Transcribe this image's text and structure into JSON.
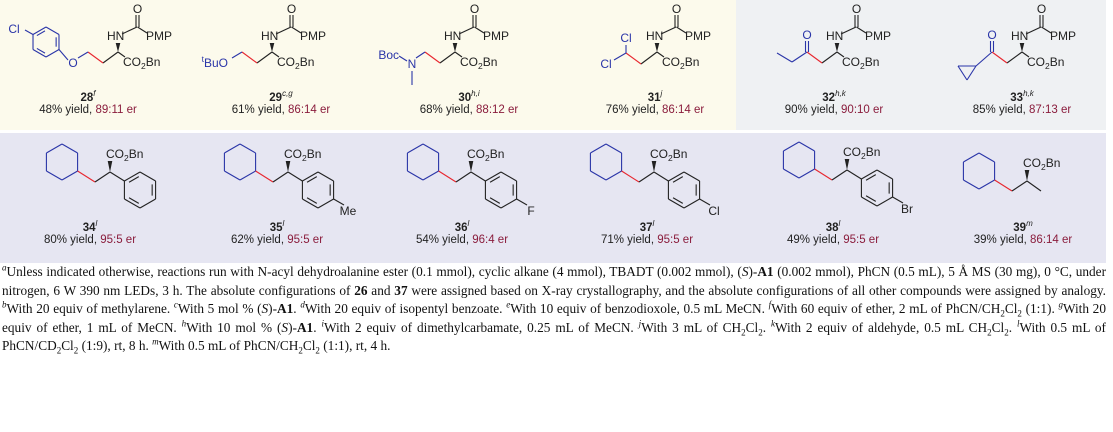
{
  "colors": {
    "bond": "#222222",
    "substituent": "#2a35a8",
    "new_bond": "#e8262e",
    "er": "#8a1c3c"
  },
  "atoms": {
    "HN": "HN",
    "O": "O",
    "PMP": "PMP",
    "CO": "CO",
    "sub2": "2",
    "Bn": "Bn",
    "Cl": "Cl",
    "t": "t",
    "BuO": "BuO",
    "Boc": "Boc",
    "N": "N",
    "Me": "Me",
    "F": "F",
    "Br": "Br"
  },
  "compounds": [
    {
      "id": "28",
      "note": "f",
      "yield": "48% yield, ",
      "er": "89:11 er"
    },
    {
      "id": "29",
      "note": "c,g",
      "yield": "61% yield, ",
      "er": "86:14 er"
    },
    {
      "id": "30",
      "note": "h,i",
      "yield": "68% yield, ",
      "er": "88:12 er"
    },
    {
      "id": "31",
      "note": "j",
      "yield": "76% yield, ",
      "er": "86:14 er"
    },
    {
      "id": "32",
      "note": "h,k",
      "yield": "90% yield, ",
      "er": "90:10 er"
    },
    {
      "id": "33",
      "note": "h,k",
      "yield": "85% yield, ",
      "er": "87:13 er"
    },
    {
      "id": "34",
      "note": "l",
      "yield": "80% yield, ",
      "er": "95:5 er"
    },
    {
      "id": "35",
      "note": "l",
      "yield": "62% yield, ",
      "er": "95:5 er"
    },
    {
      "id": "36",
      "note": "l",
      "yield": "54% yield, ",
      "er": "96:4 er"
    },
    {
      "id": "37",
      "note": "l",
      "yield": "71% yield, ",
      "er": "95:5 er"
    },
    {
      "id": "38",
      "note": "l",
      "yield": "49% yield, ",
      "er": "95:5 er"
    },
    {
      "id": "39",
      "note": "m",
      "yield": "39% yield, ",
      "er": "86:14 er"
    }
  ],
  "footnote": {
    "runs": [
      [
        "a",
        "sup"
      ],
      [
        "Unless indicated otherwise, reactions run with N-acyl dehydroalanine ester (0.1 mmol), cyclic alkane (4 mmol), TBADT (0.002 mmol), (",
        ""
      ],
      [
        "S",
        "i"
      ],
      [
        ")-",
        ""
      ],
      [
        "A1",
        "b"
      ],
      [
        " (0.002 mmol), PhCN (0.5 mL), 5 Å MS (30 mg), 0 °C, under nitrogen, 6 W 390 nm LEDs, 3 h. The absolute configurations of ",
        ""
      ],
      [
        "26",
        "b"
      ],
      [
        " and ",
        ""
      ],
      [
        "37",
        "b"
      ],
      [
        " were assigned based on X-ray crystallography, and the absolute configurations of all other compounds were assigned by analogy. ",
        ""
      ],
      [
        "b",
        "sup"
      ],
      [
        "With 20 equiv of methylarene. ",
        ""
      ],
      [
        "c",
        "sup"
      ],
      [
        "With 5 mol % (",
        ""
      ],
      [
        "S",
        "i"
      ],
      [
        ")-",
        ""
      ],
      [
        "A1",
        "b"
      ],
      [
        ". ",
        ""
      ],
      [
        "d",
        "sup"
      ],
      [
        "With 20 equiv of isopentyl benzoate. ",
        ""
      ],
      [
        "e",
        "sup"
      ],
      [
        "With 10 equiv of benzodioxole, 0.5 mL MeCN. ",
        ""
      ],
      [
        "f",
        "sup"
      ],
      [
        "With 60 equiv of ether, 2 mL of PhCN/CH",
        ""
      ],
      [
        "2",
        "sub"
      ],
      [
        "Cl",
        ""
      ],
      [
        "2",
        "sub"
      ],
      [
        " (1:1). ",
        ""
      ],
      [
        "g",
        "sup"
      ],
      [
        "With 20 equiv of ether, 1 mL of MeCN. ",
        ""
      ],
      [
        "h",
        "sup"
      ],
      [
        "With 10 mol % (",
        ""
      ],
      [
        "S",
        "i"
      ],
      [
        ")-",
        ""
      ],
      [
        "A1",
        "b"
      ],
      [
        ". ",
        ""
      ],
      [
        "i",
        "sup"
      ],
      [
        "With 2 equiv of dimethylcarbamate, 0.25 mL of MeCN. ",
        ""
      ],
      [
        "j",
        "sup"
      ],
      [
        "With 3 mL of CH",
        ""
      ],
      [
        "2",
        "sub"
      ],
      [
        "Cl",
        ""
      ],
      [
        "2",
        "sub"
      ],
      [
        ". ",
        ""
      ],
      [
        "k",
        "sup"
      ],
      [
        "With 2 equiv of aldehyde, 0.5 mL CH",
        ""
      ],
      [
        "2",
        "sub"
      ],
      [
        "Cl",
        ""
      ],
      [
        "2",
        "sub"
      ],
      [
        ". ",
        ""
      ],
      [
        "l",
        "sup"
      ],
      [
        "With 0.5 mL of PhCN/CD",
        ""
      ],
      [
        "2",
        "sub"
      ],
      [
        "Cl",
        ""
      ],
      [
        "2",
        "sub"
      ],
      [
        " (1:9), rt, 8 h. ",
        ""
      ],
      [
        "m",
        "sup"
      ],
      [
        "With 0.5 mL of PhCN/CH",
        ""
      ],
      [
        "2",
        "sub"
      ],
      [
        "Cl",
        ""
      ],
      [
        "2",
        "sub"
      ],
      [
        " (1:1), rt, 4 h.",
        ""
      ]
    ]
  }
}
